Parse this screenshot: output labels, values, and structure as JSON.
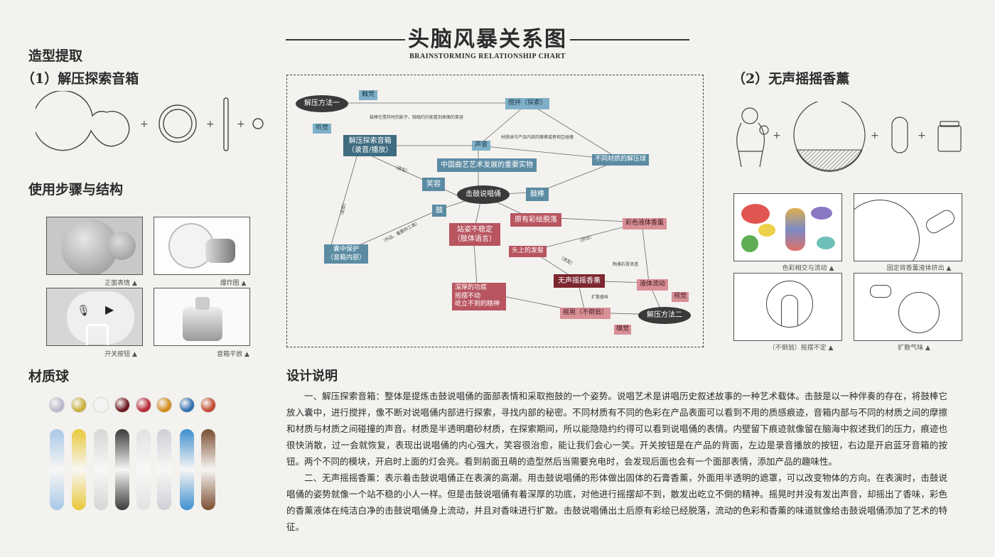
{
  "header": {
    "title": "头脑风暴关系图",
    "subtitle": "BRAINSTORMING RELATIONSHIP CHART"
  },
  "left": {
    "shape_heading": "造型提取",
    "product1_title": "（1）解压探索音箱",
    "steps_heading": "使用步骤与结构",
    "photos": [
      {
        "caption": "正面表情 ▲"
      },
      {
        "caption": "爆炸图 ▲"
      },
      {
        "caption": "开关按钮 ▲"
      },
      {
        "caption": "音箱平放 ▲"
      }
    ],
    "material_heading": "材质球",
    "material_colors": [
      "#b9b7c9",
      "#c9b13a",
      "#f2f2f2",
      "#6e1820",
      "#b8283a",
      "#d48a1c",
      "#2f6fb0",
      "#c2492e"
    ],
    "material_bars": [
      "#a8c8e8",
      "#e8c83a",
      "#d6d6d6",
      "#3a3a3a",
      "#e2e2e2",
      "#cfcfd6",
      "#3f8fcf",
      "#7a4e30"
    ]
  },
  "right": {
    "product2_title": "（2）无声摇摇香薰",
    "panels": [
      {
        "caption": "色彩相交与流动 ▲"
      },
      {
        "caption": "固定将香薰液体挤出 ▲"
      },
      {
        "caption": "（不倒翁）摇摆不定 ▲"
      },
      {
        "caption": "扩散气味 ▲"
      }
    ]
  },
  "diagram": {
    "nodes": {
      "method1": "解压方法一",
      "method2": "解压方法二",
      "touch": "触觉",
      "hearing": "听觉",
      "vision": "视觉",
      "smell": "嗅觉",
      "stir": "搅拌（探索）",
      "speaker_line1": "解压探索音箱",
      "speaker_line2": "（录音/播放）",
      "sound": "声音",
      "opera": "中国曲艺艺术发展的重要实物",
      "smile": "笑容",
      "figure": "击鼓说唱俑",
      "drumstick": "鼓棒",
      "drum": "鼓",
      "materials": "不同材质的解压球",
      "paint": "原有彩绘脱落",
      "liquid": "彩色液体香薰",
      "posture_line1": "站姿不稳定",
      "posture_line2": "（肢体语言）",
      "hair": "头上的发髻",
      "aroma": "无声摇摇香薰",
      "flow": "液体流动",
      "pouch_line1": "囊中保护",
      "pouch_line2": "（音箱内部）",
      "spirit_line1": "深厚的功底",
      "spirit_line2": "摇摆不动",
      "spirit_line3": "屹立不到的精神",
      "shake": "摇晃（不倒翁）"
    },
    "notes": {
      "n1": "鼓棒在搅拌时的影子，隐隐约约能看到表面的笑容",
      "n2": "材质球与产品内部的摩擦或者相互碰撞",
      "n3": "（造型）",
      "n4": "（造型）",
      "n5": "（作品、重要的工具）",
      "n6": "（挤出）",
      "n7": "（造型）",
      "n8": "陶俑石膏渗透",
      "n9": "扩散香味"
    }
  },
  "description": {
    "heading": "设计说明",
    "p1": "一、解压探索音箱：整体是提炼击鼓说唱俑的面部表情和采取抱鼓的一个姿势。说唱艺术是讲唱历史叙述故事的一种艺术载体。击鼓是以一种伴奏的存在，将鼓棒它放入囊中，进行搅拌，像不断对说唱俑内部进行探索，寻找内部的秘密。不同材质有不同的色彩在产品表面可以看到不用的质感痕迹，音箱内部与不同的材质之间的摩擦和材质与材质之间碰撞的声音。材质是半透明磨砂材质，在探索期间，所以能隐隐约约得可以看到说唱俑的表情。内壁留下痕迹就像留在脑海中叙述我们的压力，痕迹也很快消散，过一会就恢复，表现出说唱俑的内心强大，笑容很治愈，能让我们会心一笑。开关按钮是在产品的背面，左边是录音播放的按钮，右边是开启蓝牙音箱的按钮。两个不同的模块，开启时上面的灯会亮。看到前面丑萌的造型然后当需要充电时，会发现后面也会有一个面部表情，添加产品的趣味性。",
    "p2": "二、无声摇摇香薰：表示着击鼓说唱俑正在表演的高潮。用击鼓说唱俑的形体做出固体的石膏香薰，外面用半透明的遮罩，可以改变物体的方向。在表演时，击鼓说唱俑的姿势就像一个站不稳的小人一样。但是击鼓说唱俑有着深厚的功底，对他进行摇摆却不到，散发出屹立不倒的精神。摇晃时并没有发出声音，却摇出了香味，彩色的香薰液体在纯洁白净的击鼓说唱俑身上流动，并且对香味进行扩散。击鼓说唱俑出土后原有彩绘已经脱落，流动的色彩和香薰的味道就像给击鼓说唱俑添加了艺术的特征。"
  }
}
